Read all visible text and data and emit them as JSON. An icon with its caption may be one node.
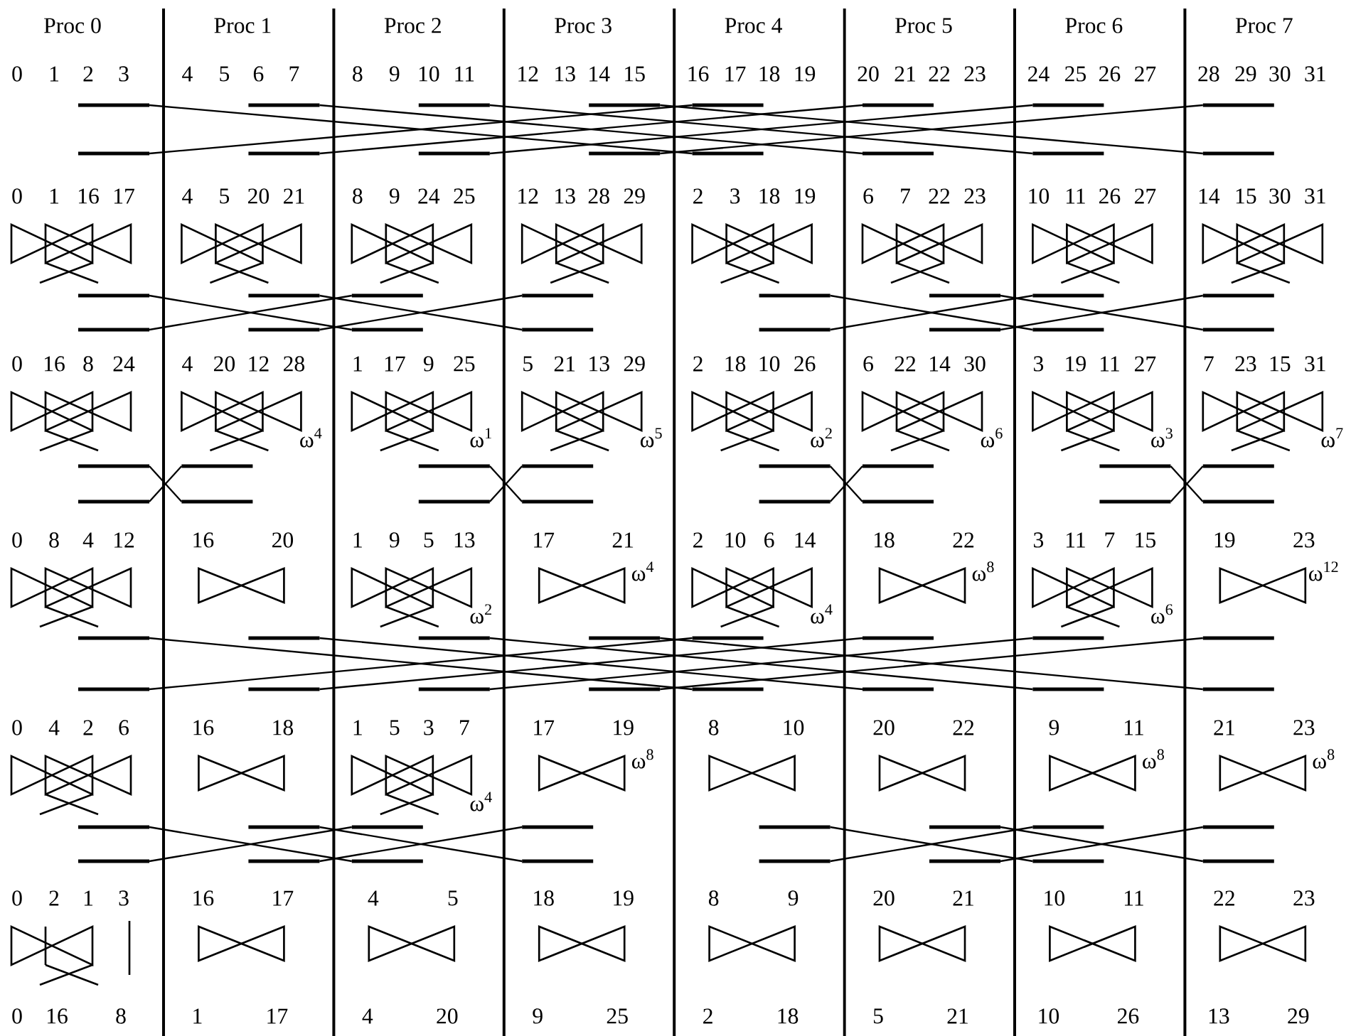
{
  "diagram": {
    "labels": [
      "Proc 0",
      "Proc 1",
      "Proc 2",
      "Proc 3",
      "Proc 4",
      "Proc 5",
      "Proc 6",
      "Proc 7",
      "0",
      "1",
      "2",
      "3",
      "4",
      "5",
      "6",
      "7",
      "8",
      "9",
      "10",
      "11",
      "12",
      "13",
      "14",
      "15",
      "16",
      "17",
      "18",
      "19",
      "20",
      "21",
      "22",
      "23",
      "24",
      "25",
      "26",
      "27",
      "28",
      "29",
      "30",
      "31",
      "0",
      "1",
      "16",
      "17",
      "4",
      "5",
      "20",
      "21",
      "8",
      "9",
      "24",
      "25",
      "12",
      "13",
      "28",
      "29",
      "2",
      "3",
      "18",
      "19",
      "6",
      "7",
      "22",
      "23",
      "10",
      "11",
      "26",
      "27",
      "14",
      "15",
      "30",
      "31",
      "0",
      "16",
      "8",
      "24",
      "4",
      "20",
      "12",
      "28",
      "1",
      "17",
      "9",
      "25",
      "5",
      "21",
      "13",
      "29",
      "2",
      "18",
      "10",
      "26",
      "6",
      "22",
      "14",
      "30",
      "3",
      "19",
      "11",
      "27",
      "7",
      "23",
      "15",
      "31",
      "ω$^{4}$",
      "ω$^{1}$",
      "ω$^{5}$",
      "ω$^{2}$",
      "ω$^{6}$",
      "ω$^{3}$",
      "ω$^{7}$",
      "0",
      "8",
      "4",
      "12",
      "16",
      "20",
      "1",
      "9",
      "5",
      "13",
      "17",
      "21",
      "2",
      "10",
      "6",
      "14",
      "18",
      "22",
      "3",
      "11",
      "7",
      "15",
      "19",
      "23",
      "ω$^{2}$",
      "ω$^{4}$",
      "ω$^{4}$",
      "ω$^{8}$",
      "ω$^{6}$",
      "ω$^{12}$",
      "0",
      "4",
      "2",
      "6",
      "16",
      "18",
      "1",
      "5",
      "3",
      "7",
      "17",
      "19",
      "8",
      "10",
      "20",
      "22",
      "9",
      "11",
      "21",
      "23",
      "ω$^{4}$",
      "ω$^{8}$",
      "ω$^{8}$",
      "ω$^{8}$",
      "0",
      "2",
      "1",
      "3",
      "16",
      "17",
      "4",
      "5",
      "18",
      "19",
      "8",
      "9",
      "20",
      "21",
      "10",
      "11",
      "22",
      "23",
      "0",
      "16",
      "8",
      "1",
      "17",
      "4",
      "20",
      "9",
      "25",
      "2",
      "18",
      "5",
      "21",
      "10",
      "26",
      "13",
      "29"
    ]
  }
}
